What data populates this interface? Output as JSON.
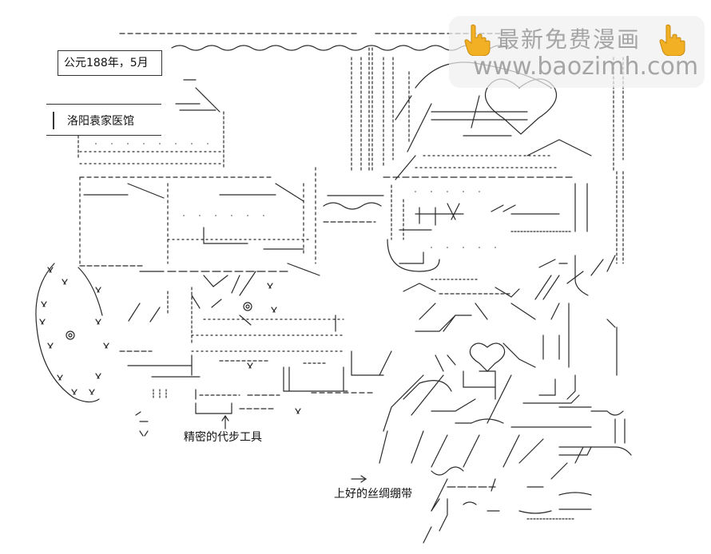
{
  "labels": {
    "date": "公元188年，5月",
    "place": "洛阳袁家医馆",
    "tools": "精密的代步工具",
    "bandage": "上好的丝绸绷带"
  },
  "watermark": {
    "title": "最新免费漫画",
    "url": "www.baozimh.com",
    "icon": "pointing-hand-icon"
  },
  "colors": {
    "ink": "#1a1a1a",
    "watermark_hand": "#f2b024",
    "watermark_text": "#969696"
  }
}
